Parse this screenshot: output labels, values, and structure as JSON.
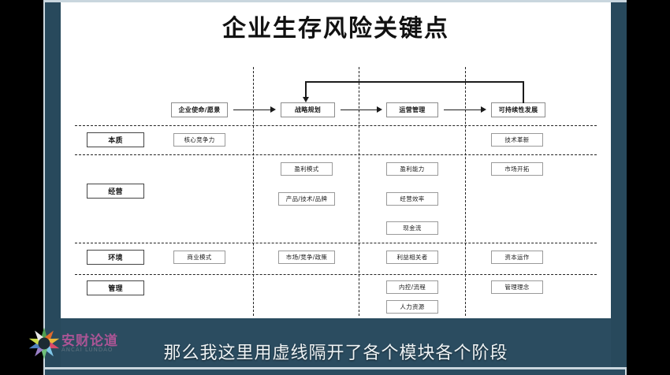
{
  "video": {
    "background_color": "#000000",
    "frame_color": "#2b4c60",
    "panel_color": "#28495c",
    "slide_background": "#ffffff"
  },
  "slide": {
    "title": "企业生存风险关键点"
  },
  "diagram": {
    "stages": [
      {
        "label": "企业使命/愿景"
      },
      {
        "label": "战略规划"
      },
      {
        "label": "运营管理"
      },
      {
        "label": "可持续性发展"
      }
    ],
    "row_labels": [
      {
        "label": "本质"
      },
      {
        "label": "经营"
      },
      {
        "label": "环境"
      },
      {
        "label": "管理"
      }
    ],
    "cells": [
      {
        "label": "核心竞争力",
        "row": "本质",
        "stage": "企业使命/愿景"
      },
      {
        "label": "技术革新",
        "row": "本质",
        "stage": "可持续性发展"
      },
      {
        "label": "盈利模式",
        "row": "经营",
        "stage": "战略规划"
      },
      {
        "label": "产品/技术/品牌",
        "row": "经营",
        "stage": "战略规划"
      },
      {
        "label": "盈利能力",
        "row": "经营",
        "stage": "运营管理"
      },
      {
        "label": "经营效率",
        "row": "经营",
        "stage": "运营管理"
      },
      {
        "label": "现金流",
        "row": "经营",
        "stage": "运营管理"
      },
      {
        "label": "市场开拓",
        "row": "经营",
        "stage": "可持续性发展"
      },
      {
        "label": "商业模式",
        "row": "环境",
        "stage": "企业使命/愿景"
      },
      {
        "label": "市场/竞争/政策",
        "row": "环境",
        "stage": "战略规划"
      },
      {
        "label": "利益相关者",
        "row": "环境",
        "stage": "运营管理"
      },
      {
        "label": "资本运作",
        "row": "环境",
        "stage": "可持续性发展"
      },
      {
        "label": "内控/流程",
        "row": "管理",
        "stage": "运营管理"
      },
      {
        "label": "人力资源",
        "row": "管理",
        "stage": "运营管理"
      },
      {
        "label": "管理理念",
        "row": "管理",
        "stage": "可持续性发展"
      }
    ],
    "feedback_arrow": {
      "from": "可持续性发展",
      "to": "战略规划"
    }
  },
  "caption": {
    "text": "那么我这里用虚线隔开了各个模块各个阶段"
  },
  "watermark": {
    "name": "安财论道",
    "subtitle": "ANCAI LUNDAO",
    "text_color": "#b6569a"
  }
}
